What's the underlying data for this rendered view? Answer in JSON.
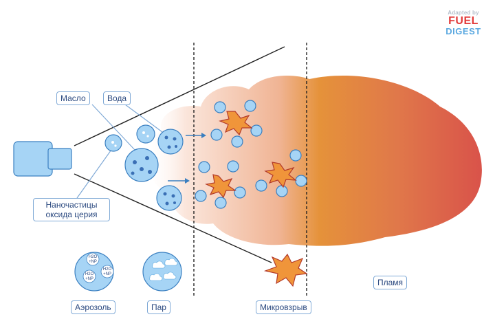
{
  "badge": {
    "adapted_by": "Adapted by",
    "brand_top": "FUEL",
    "brand_bottom": "DIGEST"
  },
  "labels": {
    "oil": "Масло",
    "water": "Вода",
    "nanoparticles": "Наночастицы оксида церия",
    "aerosol": "Аэрозоль",
    "vapor": "Пар",
    "microexplosion": "Микровзрыв",
    "flame": "Пламя"
  },
  "aerosol_droplet_text": {
    "line1": "H2O",
    "line2": "+NP"
  },
  "colors": {
    "label_border": "#7fa9d6",
    "label_text": "#2c4a80",
    "droplet_fill": "#a6d4f5",
    "droplet_stroke": "#3a7fc0",
    "flame_start": "#f2b79a",
    "flame_mid": "#e58a3a",
    "flame_end": "#d9534a",
    "explosion_fill": "#f0953a",
    "explosion_stroke": "#b33a2a",
    "brand_red": "#e23a3a",
    "brand_blue": "#5aa8e0"
  }
}
